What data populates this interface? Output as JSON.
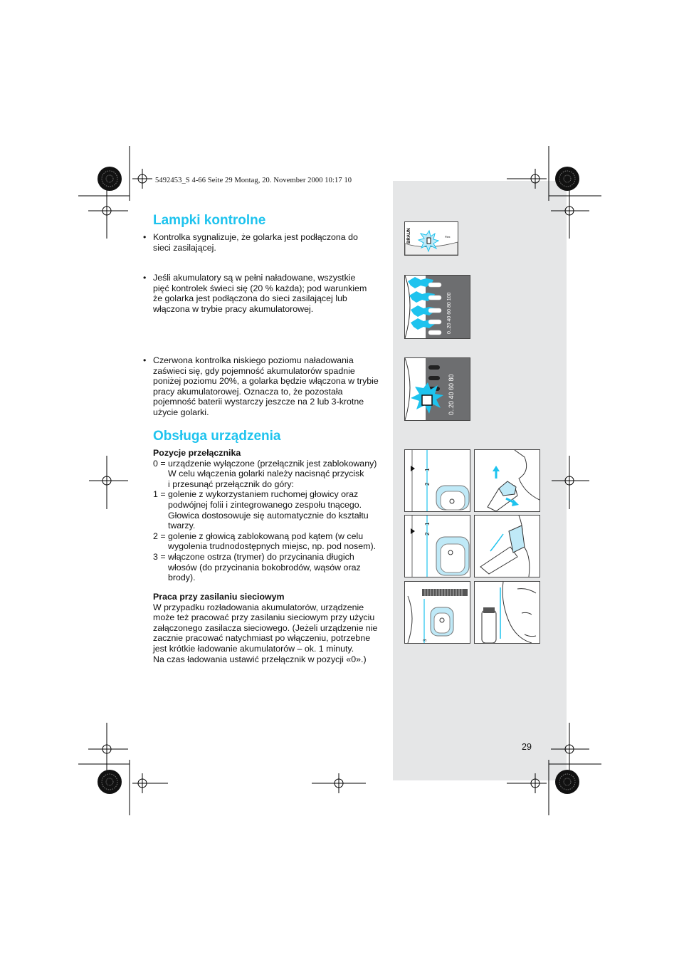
{
  "header": {
    "print_line": "5492453_S 4-66  Seite 29  Montag, 20. November 2000  10:17 10"
  },
  "section1": {
    "title": "Lampki kontrolne",
    "bullets": [
      {
        "lines": [
          "Kontrolka sygnalizuje, że golarka jest podłączona do",
          "sieci zasilającej."
        ]
      },
      {
        "lines": [
          "Jeśli akumulatory są w pełni naładowane, wszystkie",
          "pięć kontrolek świeci się (20 % każda); pod warunkiem",
          "że golarka jest podłączona do sieci zasilającej lub",
          "włączona w trybie pracy akumulatorowej."
        ]
      },
      {
        "lines": [
          "Czerwona kontrolka niskiego poziomu naładowania",
          "zaświeci się, gdy pojemność akumulatorów spadnie",
          "poniżej poziomu 20%, a golarka będzie włączona w trybie",
          "pracy akumulatorowej. Oznacza to, że pozostała",
          "pojemność baterii wystarczy jeszcze na 2 lub 3-krotne",
          "użycie golarki."
        ]
      }
    ]
  },
  "section2": {
    "title": "Obsługa urządzenia",
    "switch_heading": "Pozycje przełącznika",
    "positions": [
      {
        "num": "0 =",
        "lines": [
          "urządzenie wyłączone (przełącznik jest zablokowany)",
          "W celu włączenia golarki należy nacisnąć przycisk",
          "i przesunąć przełącznik do góry:"
        ]
      },
      {
        "num": "1 =",
        "lines": [
          "golenie z wykorzystaniem ruchomej głowicy oraz",
          "podwójnej folii i zintegrowanego zespołu tnącego.",
          "Głowica dostosowuje się automatycznie do kształtu",
          "twarzy."
        ]
      },
      {
        "num": "2 =",
        "lines": [
          "golenie z głowicą zablokowaną pod kątem (w celu",
          "wygolenia trudnodostępnych miejsc, np. pod nosem)."
        ]
      },
      {
        "num": "3 =",
        "lines": [
          "włączone ostrza (trymer) do przycinania długich",
          "włosów  (do przycinania bokobrodów, wąsów oraz",
          "brody)."
        ]
      }
    ],
    "mains_heading": "Praca przy zasilaniu sieciowym",
    "mains_lines": [
      "W przypadku rozładowania akumulatorów, urządzenie",
      "może też pracować przy zasilaniu sieciowym przy użyciu",
      "załączonego zasilacza sieciowego. (Jeżeli urządzenie nie",
      "zacznie pracować natychmiast po włączeniu, potrzebne",
      "jest krótkie ładowanie akumulatorów – ok. 1 minuty.",
      "Na czas ładowania ustawić przełącznik w pozycji «0».)"
    ]
  },
  "illustrations": {
    "fig1_brand": "BRAUN",
    "fig1_model": "Flex",
    "fig2_scale": "0..20  40  60  80  100",
    "fig3_scale": "0..20  40  60  80",
    "switch_marks": [
      "1",
      "2",
      "3"
    ]
  },
  "page_number": "29",
  "colors": {
    "accent_cyan": "#1ec3ee",
    "panel_grey": "#e5e6e7",
    "light_blue": "#bfe9f7"
  }
}
